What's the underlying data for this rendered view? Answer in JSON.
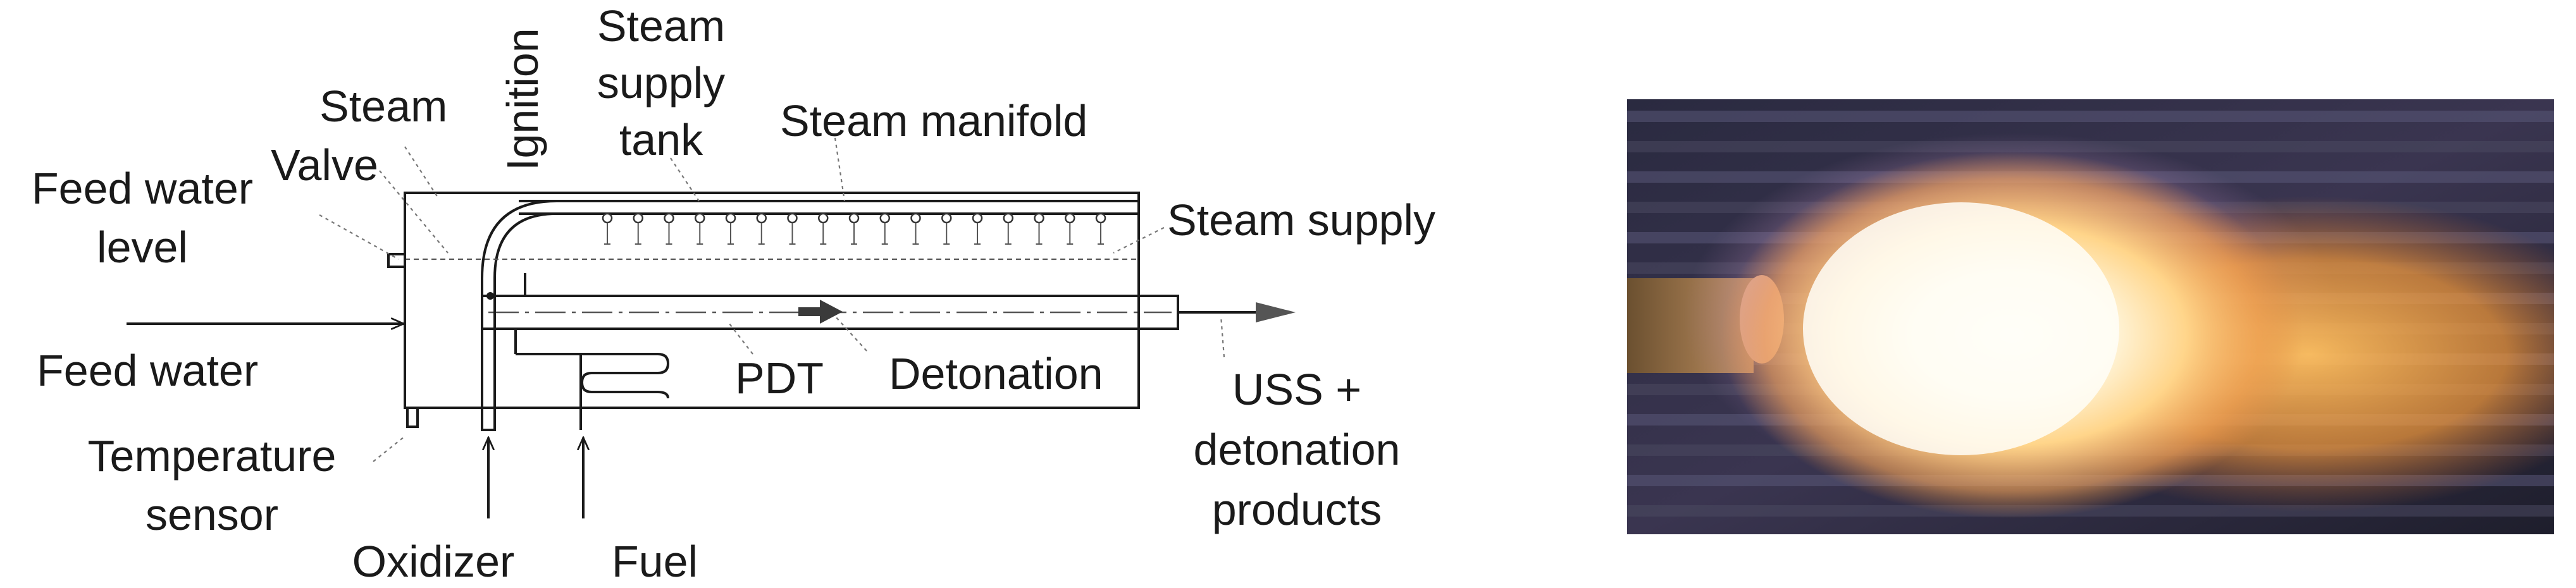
{
  "diagram": {
    "labels": {
      "steam": "Steam",
      "valve": "Valve",
      "ignition": "Ignition",
      "steam_supply_tank": [
        "Steam",
        "supply",
        "tank"
      ],
      "steam_manifold": "Steam manifold",
      "feed_water_level": [
        "Feed water",
        "level"
      ],
      "steam_supply": "Steam supply",
      "feed_water": "Feed water",
      "pdt": "PDT",
      "detonation": "Detonation",
      "uss_products": [
        "USS +",
        "detonation",
        "products"
      ],
      "temperature_sensor": [
        "Temperature",
        "sensor"
      ],
      "oxidizer": "Oxidizer",
      "fuel": "Fuel"
    },
    "nozzle_count": 17
  },
  "photo": {
    "subject": "detonation flame jet"
  }
}
